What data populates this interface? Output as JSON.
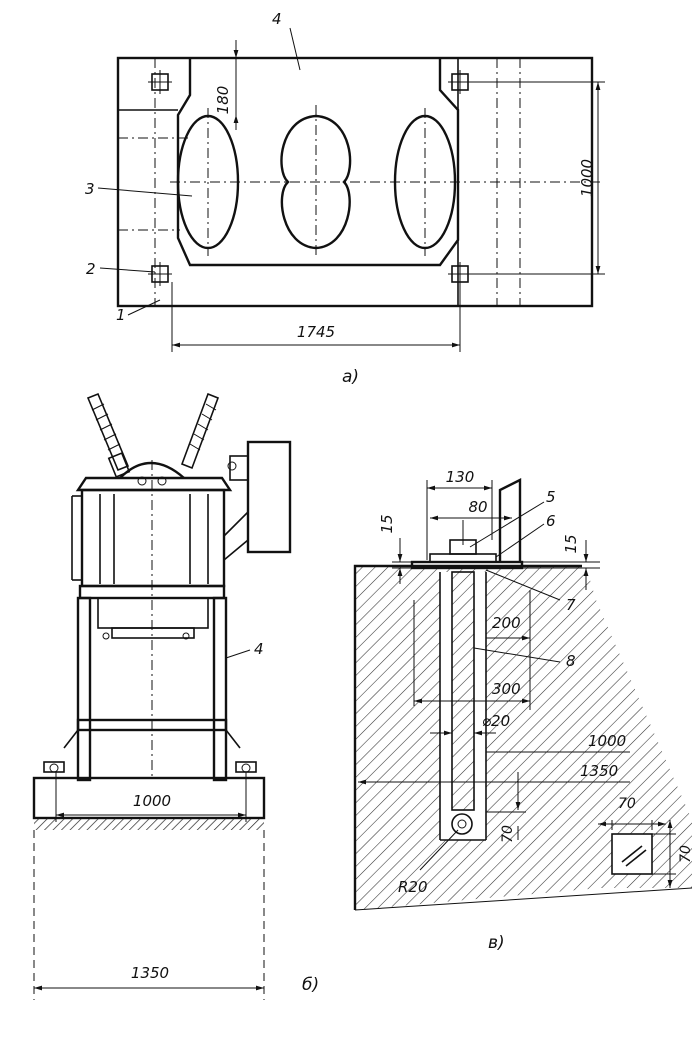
{
  "views": {
    "a": {
      "caption": "a)",
      "callouts": [
        "1",
        "2",
        "3",
        "4"
      ],
      "dimensions": {
        "top_offset": "180",
        "height": "1000",
        "bolt_spacing": "1745"
      }
    },
    "b": {
      "caption": "б)",
      "callouts": [
        "4"
      ],
      "dimensions": {
        "rail_spacing": "1000",
        "base_width": "1350"
      }
    },
    "c": {
      "caption": "в)",
      "callouts": [
        "5",
        "6",
        "7",
        "8"
      ],
      "dimensions": {
        "plate_width": "130",
        "bolt_offset": "80",
        "plate_thick_left": "15",
        "plate_thick_right": "15",
        "depth_200": "200",
        "width_300": "300",
        "bolt_diameter": "⌀20",
        "depth_1000": "1000",
        "depth_1350": "1350",
        "hook_70": "70",
        "hook_radius": "R20",
        "detail_w": "70",
        "detail_h": "70"
      }
    }
  }
}
